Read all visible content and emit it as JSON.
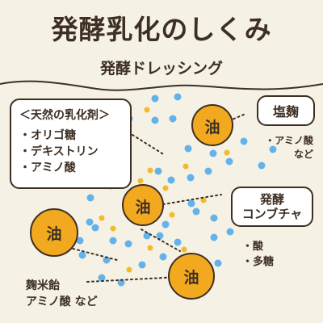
{
  "header": {
    "title": "発酵乳化のしくみ",
    "subtitle": "発酵ドレッシング"
  },
  "oil_label": "油",
  "natural_emulsifier": {
    "title": "＜天然の乳化剤＞",
    "items": [
      "・オリゴ糖",
      "・デキストリン",
      "・アミノ酸"
    ]
  },
  "shio_koji": {
    "title": "塩麹",
    "note_line1": "・アミノ酸",
    "note_line2": "など"
  },
  "kombucha": {
    "title_line1": "発酵",
    "title_line2": "コンブチャ",
    "note_line1": "・酸",
    "note_line2": "・多糖"
  },
  "koji_ame": {
    "line1": "麹米飴",
    "line2": "アミノ酸 など"
  },
  "colors": {
    "background": "#f6f1e5",
    "text": "#3d2f23",
    "oil": "#f2a91f",
    "blue_dot": "#63b3ea",
    "yellow_dot": "#f3bb2c"
  }
}
